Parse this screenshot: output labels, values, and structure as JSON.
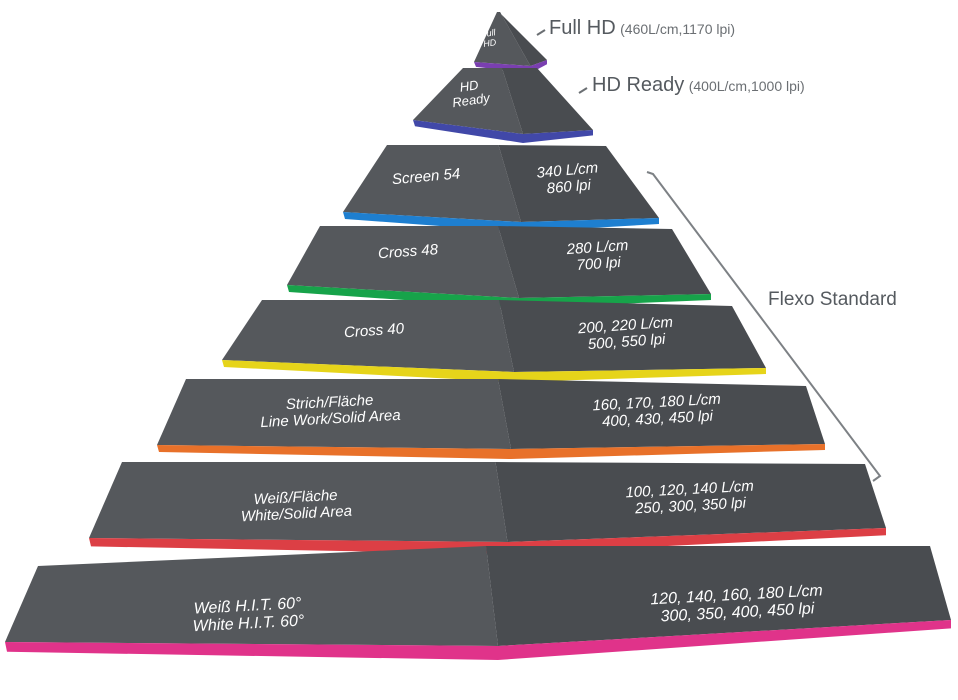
{
  "tiers": [
    {
      "left_lines": [
        "Full",
        "HD"
      ],
      "right_lines": [],
      "band_color": "#7a3fb0"
    },
    {
      "left_lines": [
        "HD",
        "Ready"
      ],
      "right_lines": [],
      "band_color": "#4148a8"
    },
    {
      "left_lines": [
        "Screen 54"
      ],
      "right_lines": [
        "340 L/cm",
        "860 lpi"
      ],
      "band_color": "#1e7fd0"
    },
    {
      "left_lines": [
        "Cross 48"
      ],
      "right_lines": [
        "280 L/cm",
        "700 lpi"
      ],
      "band_color": "#17a34a"
    },
    {
      "left_lines": [
        "Cross 40"
      ],
      "right_lines": [
        "200, 220 L/cm",
        "500, 550 lpi"
      ],
      "band_color": "#e6d41a"
    },
    {
      "left_lines": [
        "Strich/Fläche",
        "Line Work/Solid Area"
      ],
      "right_lines": [
        "160, 170, 180 L/cm",
        "400, 430, 450 lpi"
      ],
      "band_color": "#e8712a"
    },
    {
      "left_lines": [
        "Weiß/Fläche",
        "White/Solid Area"
      ],
      "right_lines": [
        "100, 120, 140 L/cm",
        "250, 300, 350 lpi"
      ],
      "band_color": "#dc3f45"
    },
    {
      "left_lines": [
        "Weiß H.I.T. 60°",
        "White H.I.T. 60°"
      ],
      "right_lines": [
        "120, 140, 160, 180 L/cm",
        "300, 350, 400, 450 lpi"
      ],
      "band_color": "#e0338a"
    }
  ],
  "callouts": {
    "full_hd": {
      "title": "Full HD",
      "detail": "(460L/cm,1170 lpi)"
    },
    "hd_ready": {
      "title": "HD Ready",
      "detail": "(400L/cm,1000 lpi)"
    }
  },
  "bracket_label": "Flexo Standard",
  "colors": {
    "face_left": "#55585c",
    "face_right": "#494c50",
    "text": "#ffffff",
    "callout_text": "#555a5f"
  }
}
